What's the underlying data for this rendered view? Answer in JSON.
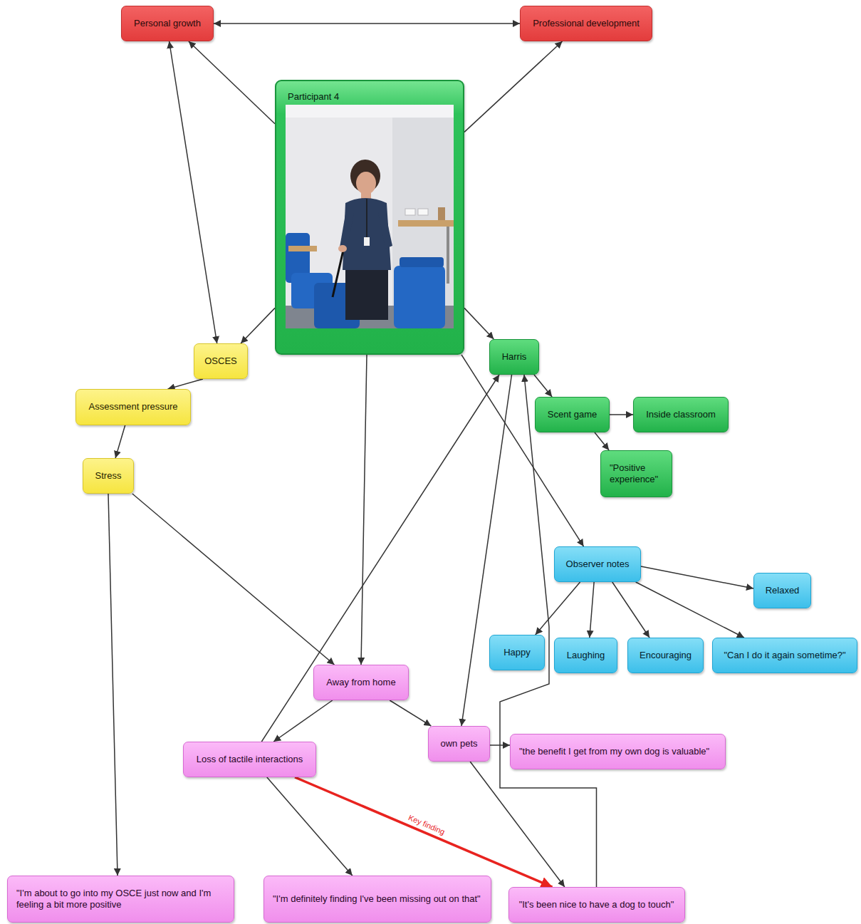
{
  "diagram": {
    "nodes": [
      {
        "text": [
          "Personal growth"
        ]
      },
      {
        "text": [
          "Professional development"
        ]
      },
      {
        "text": [
          "Participant 4"
        ]
      },
      {
        "text": [
          "OSCES"
        ]
      },
      {
        "text": [
          "Assessment pressure"
        ]
      },
      {
        "text": [
          "Stress"
        ]
      },
      {
        "text": [
          "Harris"
        ]
      },
      {
        "text": [
          "Scent game"
        ]
      },
      {
        "text": [
          "Inside classroom"
        ]
      },
      {
        "text": [
          "\"Positive experience\""
        ]
      },
      {
        "text": [
          "Observer notes"
        ]
      },
      {
        "text": [
          "Relaxed"
        ]
      },
      {
        "text": [
          "Happy"
        ]
      },
      {
        "text": [
          "Laughing"
        ]
      },
      {
        "text": [
          "Encouraging"
        ]
      },
      {
        "text": [
          "\"Can I do it again sometime?\""
        ]
      },
      {
        "text": [
          "Away from home"
        ]
      },
      {
        "text": [
          "Loss of tactile interactions"
        ]
      },
      {
        "text": [
          "own pets"
        ]
      },
      {
        "text": [
          "\"the benefit I get from my own dog is valuable\""
        ]
      },
      {
        "text": [
          "\"I'm about to go into my OSCE just now and I'm feeling a bit more positive"
        ]
      },
      {
        "text": [
          "\"I'm definitely finding I've been missing out on that\""
        ]
      },
      {
        "text": [
          "\"It's been nice to have a dog to touch\""
        ]
      }
    ],
    "edges": [
      {
        "from": 0,
        "to": 1,
        "arrow": "both"
      },
      {
        "from": 2,
        "to": 0,
        "arrow": "to"
      },
      {
        "from": 2,
        "to": 1,
        "arrow": "to"
      },
      {
        "from": 0,
        "to": 3,
        "arrow": "both"
      },
      {
        "from": 2,
        "to": 3,
        "arrow": "to"
      },
      {
        "from": 2,
        "to": 6,
        "arrow": "to"
      },
      {
        "from": 2,
        "to": 16,
        "arrow": "to"
      },
      {
        "from": 2,
        "to": 10,
        "arrow": "to"
      },
      {
        "from": 3,
        "to": 4,
        "arrow": "to"
      },
      {
        "from": 4,
        "to": 5,
        "arrow": "to"
      },
      {
        "from": 5,
        "to": 16,
        "arrow": "to"
      },
      {
        "from": 5,
        "to": 20,
        "arrow": "to"
      },
      {
        "from": 6,
        "to": 7,
        "arrow": "to"
      },
      {
        "from": 7,
        "to": 8,
        "arrow": "to"
      },
      {
        "from": 7,
        "to": 9,
        "arrow": "to"
      },
      {
        "from": 6,
        "to": 18,
        "arrow": "to"
      },
      {
        "from": 17,
        "to": 6,
        "arrow": "to"
      },
      {
        "from": 22,
        "to": 6,
        "arrow": "to"
      },
      {
        "from": 10,
        "to": 11,
        "arrow": "to"
      },
      {
        "from": 10,
        "to": 12,
        "arrow": "to"
      },
      {
        "from": 10,
        "to": 13,
        "arrow": "to"
      },
      {
        "from": 10,
        "to": 14,
        "arrow": "to"
      },
      {
        "from": 10,
        "to": 15,
        "arrow": "to"
      },
      {
        "from": 16,
        "to": 17,
        "arrow": "to"
      },
      {
        "from": 16,
        "to": 18,
        "arrow": "to"
      },
      {
        "from": 18,
        "to": 19,
        "arrow": "to"
      },
      {
        "from": 18,
        "to": 22,
        "arrow": "to"
      },
      {
        "from": 17,
        "to": 21,
        "arrow": "to"
      },
      {
        "from": 17,
        "to": 22,
        "label": "Key finding",
        "arrow": "to"
      }
    ]
  }
}
